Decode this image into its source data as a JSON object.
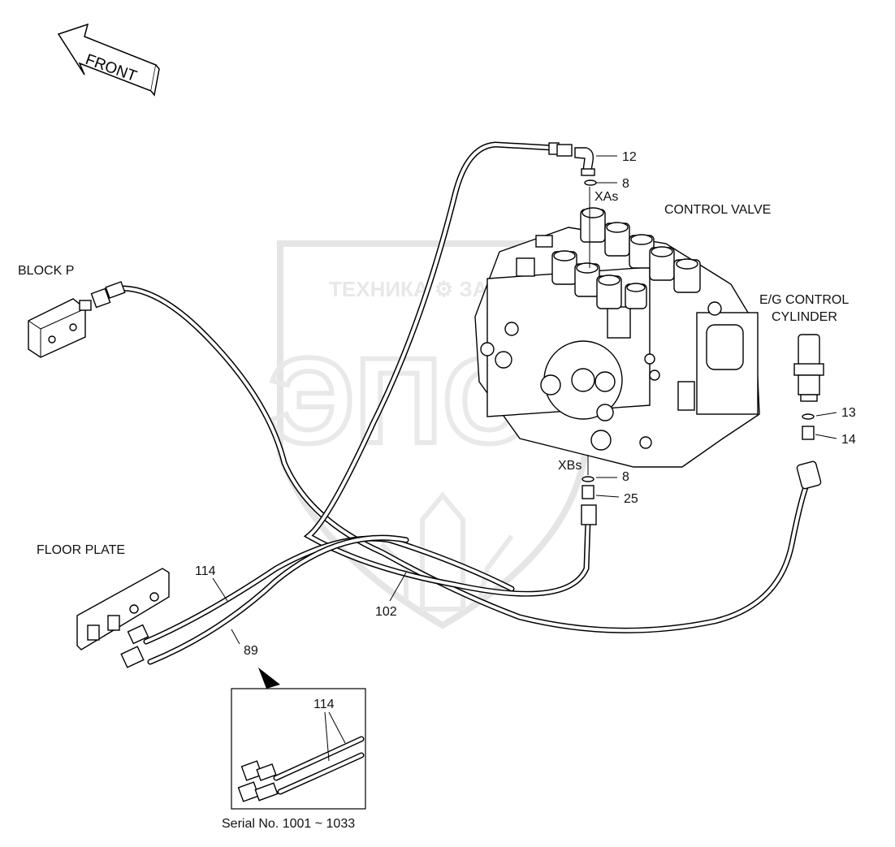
{
  "diagram": {
    "front_label": "FRONT",
    "watermark": "ТЕХНИКА ⚙ ЗАПЧАСТИ",
    "watermark_logo": "ЭПС",
    "labels": {
      "block_p": "BLOCK P",
      "floor_plate": "FLOOR PLATE",
      "control_valve": "CONTROL VALVE",
      "eg_control_line1": "E/G CONTROL",
      "eg_control_line2": "CYLINDER",
      "port_xas": "XAs",
      "port_xbs": "XBs"
    },
    "part_numbers": {
      "p12": "12",
      "p8_top": "8",
      "p13": "13",
      "p14": "14",
      "p8_bottom": "8",
      "p25": "25",
      "p114": "114",
      "p89": "89",
      "p102": "102",
      "p114_inset": "114"
    },
    "inset_caption": "Serial No. 1001 ~ 1033"
  }
}
